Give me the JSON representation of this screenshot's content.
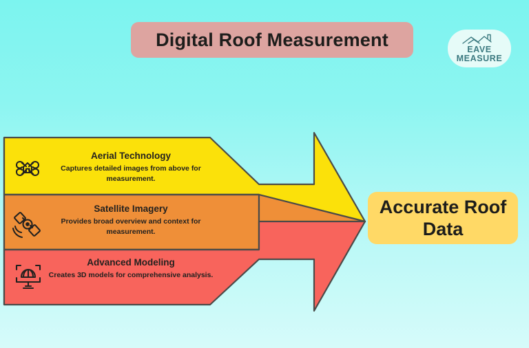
{
  "header": {
    "title": "Digital Roof Measurement"
  },
  "logo": {
    "icon": "house-roof-icon",
    "line1": "EAVE",
    "line2": "MEASURE"
  },
  "arrow": {
    "bands": [
      {
        "icon": "drone-icon",
        "heading": "Aerial Technology",
        "description": "Captures detailed images from above for measurement.",
        "color": "#FBE10A"
      },
      {
        "icon": "satellite-icon",
        "heading": "Satellite Imagery",
        "description": "Provides broad overview and context for measurement.",
        "color": "#EF8F38"
      },
      {
        "icon": "monitor-3d-model-icon",
        "heading": "Advanced Modeling",
        "description": "Creates 3D models for comprehensive analysis.",
        "color": "#F8645C"
      }
    ]
  },
  "result": {
    "label": "Accurate Roof Data",
    "color": "#FFD966"
  },
  "colors": {
    "background_top": "#7CF4EF",
    "background_bottom": "#D6FBFA",
    "title_pill": "#DDA4A0",
    "outline": "#4A4A48",
    "text": "#1D1D1B",
    "logo_text": "#3C7A80"
  }
}
